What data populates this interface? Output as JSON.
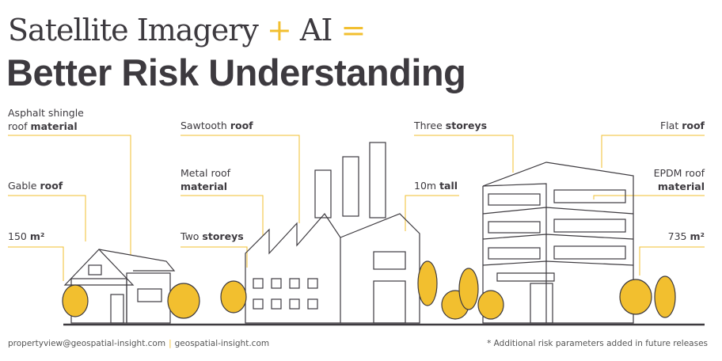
{
  "title": {
    "line1_a": "Satellite Imagery",
    "plus": "+",
    "line1_b": "AI",
    "equals": "=",
    "line2": "Better Risk Understanding"
  },
  "colors": {
    "accent": "#f2bf2f",
    "text": "#3d3a3f"
  },
  "labels": {
    "asphalt": {
      "a": "Asphalt shingle",
      "b": "roof",
      "c": "material"
    },
    "gable": {
      "a": "Gable",
      "b": "roof"
    },
    "area_house": {
      "a": "150",
      "b": "m²"
    },
    "sawtooth": {
      "a": "Sawtooth",
      "b": "roof"
    },
    "metal": {
      "a": "Metal roof",
      "b": "material"
    },
    "two_storeys": {
      "a": "Two",
      "b": "storeys"
    },
    "three_storeys": {
      "a": "Three",
      "b": "storeys"
    },
    "tall": {
      "a": "10m",
      "b": "tall"
    },
    "flat": {
      "a": "Flat",
      "b": "roof"
    },
    "epdm": {
      "a": "EPDM roof",
      "b": "material"
    },
    "area_office": {
      "a": "735",
      "b": "m²"
    }
  },
  "footer": {
    "email": "propertyview@geospatial-insight.com",
    "separator": "|",
    "website": "geospatial-insight.com",
    "note": "* Additional risk parameters added in future releases"
  }
}
